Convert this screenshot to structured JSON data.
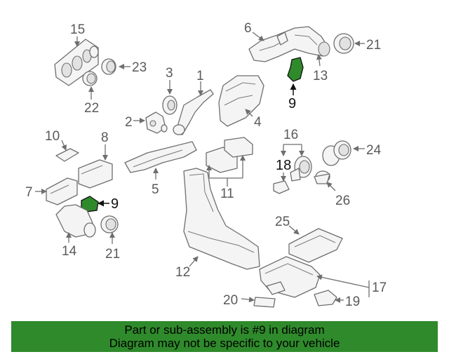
{
  "diagram": {
    "highlight_color": "#2f8a2b",
    "callouts": [
      "15",
      "23",
      "22",
      "6",
      "21",
      "13",
      "9",
      "3",
      "1",
      "2",
      "4",
      "10",
      "8",
      "16",
      "24",
      "18",
      "7",
      "9",
      "5",
      "11",
      "26",
      "14",
      "21",
      "25",
      "12",
      "17",
      "20",
      "19"
    ]
  },
  "banner": {
    "line1": "Part or sub-assembly is #9 in diagram",
    "line2": "Diagram may not be specific to your vehicle"
  }
}
